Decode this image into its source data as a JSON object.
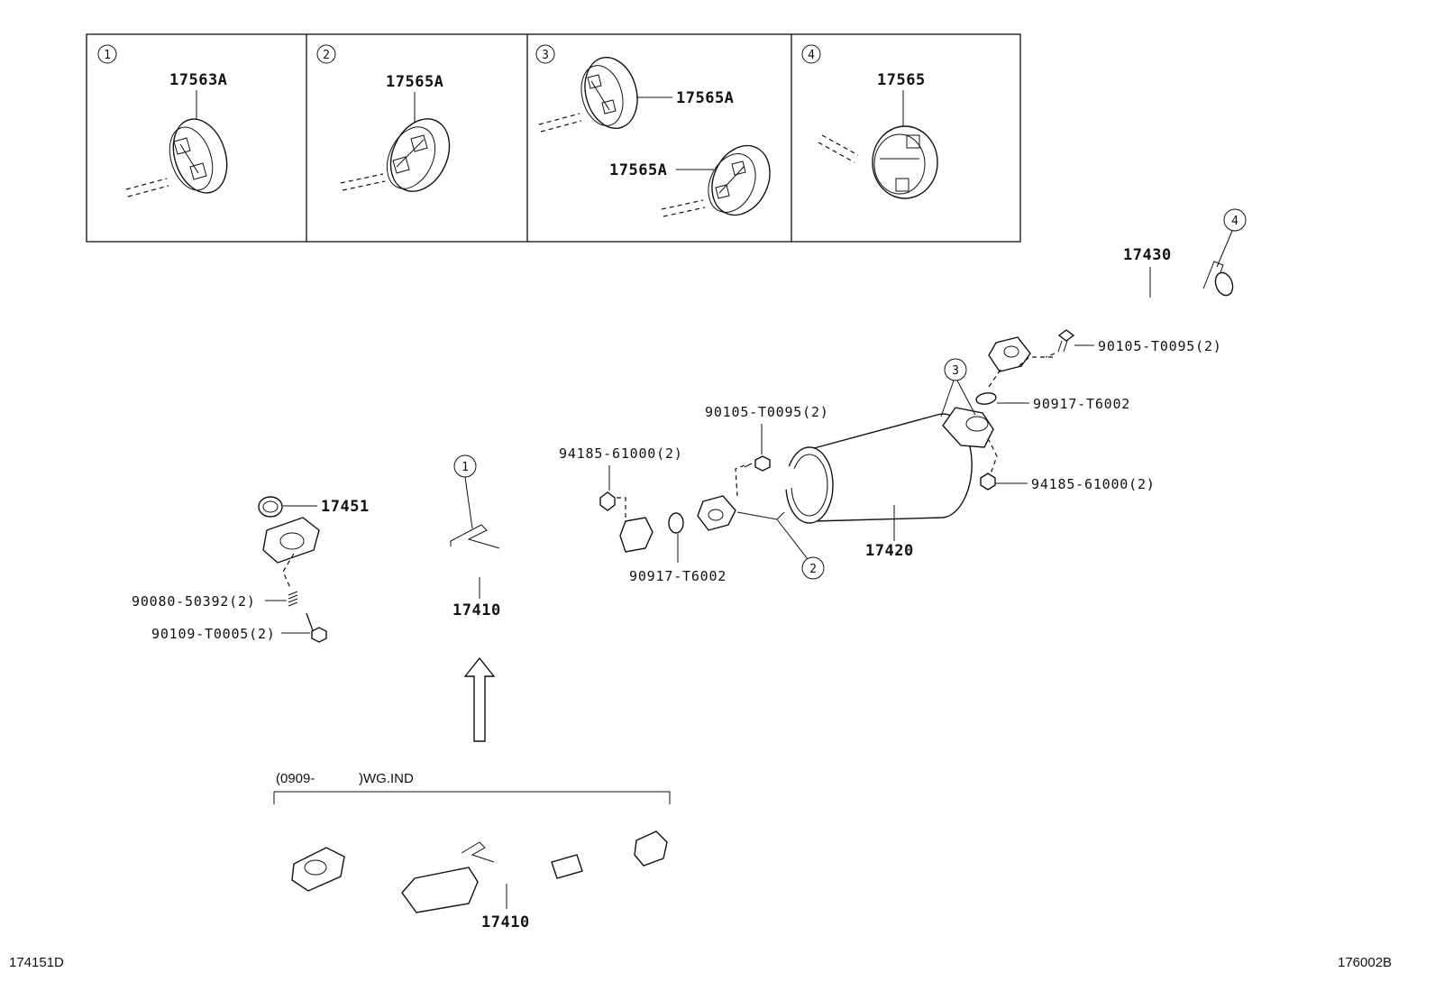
{
  "insets": [
    {
      "circle": "1",
      "part": "17563A"
    },
    {
      "circle": "2",
      "part": "17565A"
    },
    {
      "circle": "3",
      "parts": [
        "17565A",
        "17565A"
      ]
    },
    {
      "circle": "4",
      "part": "17565"
    }
  ],
  "callouts": {
    "c1": "1",
    "c2": "2",
    "c3": "3",
    "c4": "4"
  },
  "parts": {
    "p17430": "17430",
    "p90105_top": "90105-T0095(2)",
    "p90917_right": "90917-T6002",
    "p90105_mid": "90105-T0095(2)",
    "p94185_right": "94185-61000(2)",
    "p94185_left": "94185-61000(2)",
    "p17451": "17451",
    "p17420": "17420",
    "p90917_left": "90917-T6002",
    "p90080": "90080-50392(2)",
    "p17410": "17410",
    "p90109": "90109-T0005(2)",
    "p17410_alt": "17410"
  },
  "variant_note": {
    "date": "(0909-",
    "code": ")WG.IND"
  },
  "footer": {
    "left_code": "174151D",
    "right_code": "176002B"
  }
}
